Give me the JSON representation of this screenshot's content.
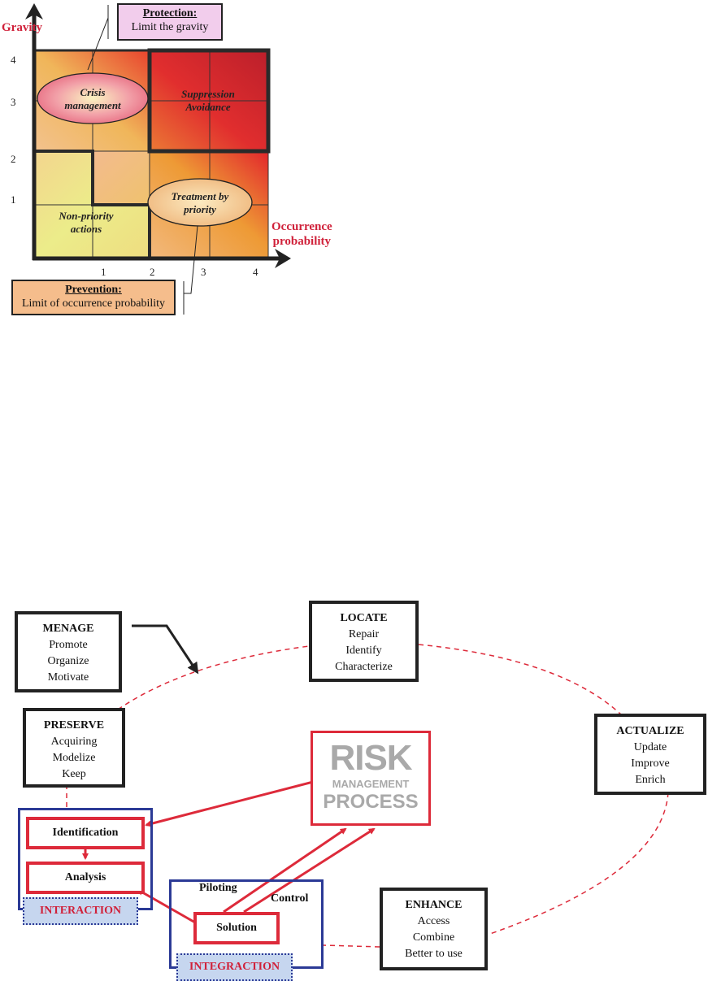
{
  "matrix": {
    "y_axis_label": "Gravity",
    "x_axis_label_line1": "Occurrence",
    "x_axis_label_line2": "probability",
    "y_ticks": [
      "4",
      "3",
      "2",
      "1"
    ],
    "x_ticks": [
      "1",
      "2",
      "3",
      "4"
    ],
    "protection": {
      "title": "Protection:",
      "text": "Limit the gravity"
    },
    "prevention": {
      "title": "Prevention:",
      "text": "Limit of occurrence probability"
    },
    "zones": {
      "crisis_line1": "Crisis",
      "crisis_line2": "management",
      "suppression_line1": "Suppression",
      "suppression_line2": "Avoidance",
      "treatment_line1": "Treatment by",
      "treatment_line2": "priority",
      "nonpriority_line1": "Non-priority",
      "nonpriority_line2": "actions"
    },
    "colors": {
      "axis_label": "#d0213a",
      "protection_fill": "#f2cdec",
      "prevention_fill": "#f5bd8c"
    }
  },
  "cycle": {
    "menage": {
      "title": "MENAGE",
      "items": [
        "Promote",
        "Organize",
        "Motivate"
      ]
    },
    "locate": {
      "title": "LOCATE",
      "items": [
        "Repair",
        "Identify",
        "Characterize"
      ]
    },
    "preserve": {
      "title": "PRESERVE",
      "items": [
        "Acquiring",
        "Modelize",
        "Keep"
      ]
    },
    "actualize": {
      "title": "ACTUALIZE",
      "items": [
        "Update",
        "Improve",
        "Enrich"
      ]
    },
    "enhance": {
      "title": "ENHANCE",
      "items": [
        "Access",
        "Combine",
        "Better to use"
      ]
    },
    "risk": {
      "line1": "RISK",
      "line2": "MANAGEMENT",
      "line3": "PROCESS"
    },
    "identification": "Identification",
    "analysis": "Analysis",
    "solution": "Solution",
    "piloting": "Piloting",
    "control": "Control",
    "interaction": "INTERACTION",
    "integraction": "INTEGRACTION",
    "colors": {
      "red": "#dd2a3a",
      "blue": "#2b3a96",
      "tag_fill": "#c6d6ef"
    }
  }
}
